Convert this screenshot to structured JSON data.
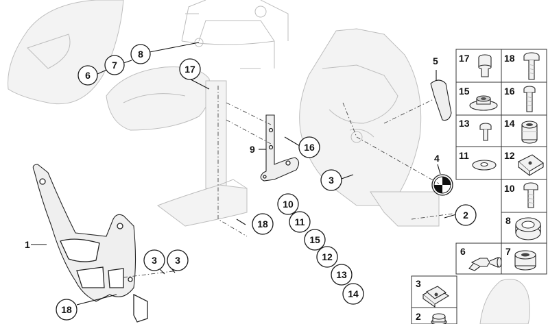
{
  "callouts": [
    {
      "label": "6"
    },
    {
      "label": "7"
    },
    {
      "label": "8"
    },
    {
      "label": "17"
    },
    {
      "label": "16"
    },
    {
      "label": "3"
    },
    {
      "label": "10"
    },
    {
      "label": "18"
    },
    {
      "label": "11"
    },
    {
      "label": "15"
    },
    {
      "label": "12"
    },
    {
      "label": "13"
    },
    {
      "label": "14"
    },
    {
      "label": "2"
    },
    {
      "label": "3"
    },
    {
      "label": "3"
    },
    {
      "label": "18"
    }
  ],
  "plain_labels": [
    {
      "label": "1"
    },
    {
      "label": "9"
    },
    {
      "label": "5"
    },
    {
      "label": "4"
    }
  ],
  "parts_grid": [
    {
      "label": "17"
    },
    {
      "label": "18"
    },
    {
      "label": "15"
    },
    {
      "label": "16"
    },
    {
      "label": "13"
    },
    {
      "label": "14"
    },
    {
      "label": "11"
    },
    {
      "label": "12"
    },
    {
      "label": "10"
    },
    {
      "label": "8"
    },
    {
      "label": "6"
    },
    {
      "label": "7"
    },
    {
      "label": "3"
    },
    {
      "label": "2"
    }
  ],
  "colors": {
    "line": "#111111",
    "faint_part": "#bdbdbd",
    "background": "#ffffff"
  }
}
